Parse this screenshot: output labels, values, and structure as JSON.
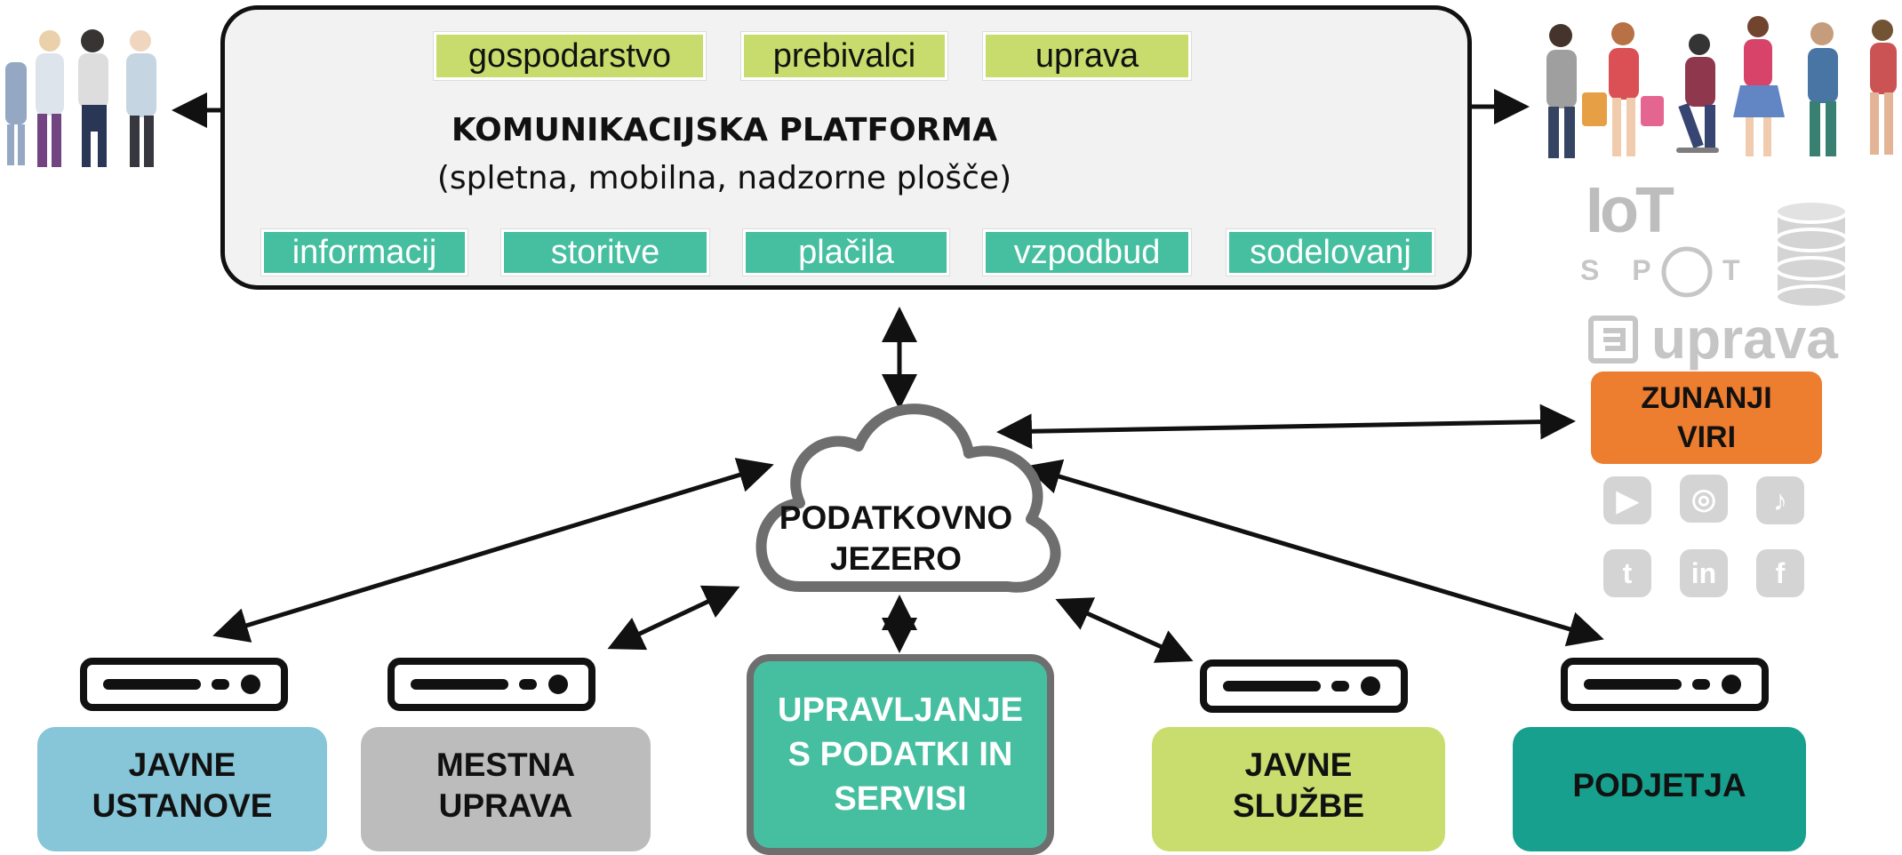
{
  "platform": {
    "top_tags": [
      "gospodarstvo",
      "prebivalci",
      "uprava"
    ],
    "title": "KOMUNIKACIJSKA PLATFORMA",
    "subtitle": "(spletna, mobilna, nadzorne plošče)",
    "bottom_tags": [
      "informacij",
      "storitve",
      "plačila",
      "vzpodbud",
      "sodelovanj"
    ]
  },
  "cloud": {
    "label": "PODATKOVNO\nJEZERO"
  },
  "external": {
    "label": "ZUNANJI\nVIRI",
    "logos": [
      "IoT",
      "SPOT",
      "e uprava"
    ],
    "social_icons": [
      "youtube-icon",
      "instagram-icon",
      "tiktok-icon",
      "tumblr-icon",
      "linkedin-icon",
      "facebook-icon"
    ]
  },
  "boxes": {
    "javne_ustanove": "JAVNE\nUSTANOVE",
    "mestna_uprava": "MESTNA\nUPRAVA",
    "upravljanje": "UPRAVLJANJE\nS PODATKI IN\nSERVISI",
    "javne_sluzbe": "JAVNE\nSLUŽBE",
    "podjetja": "PODJETJA"
  },
  "colors": {
    "green_tag": "#c7dc6c",
    "teal_tag": "#45bfa0",
    "javne_ustanove": "#86c6d8",
    "mestna_uprava": "#bcbcbc",
    "upravljanje": "#46bfa1",
    "javne_sluzbe": "#c8dd6d",
    "podjetja": "#17a08e",
    "zunanji_viri": "#ed7d2f"
  }
}
